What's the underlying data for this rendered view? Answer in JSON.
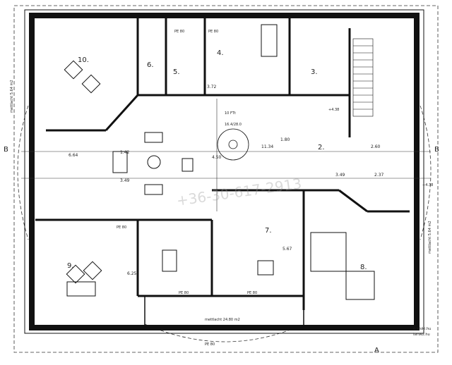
{
  "rooms": {
    "r10": "10.",
    "r6": "6.",
    "r5": "5.",
    "r4": "4.",
    "r3": "3.",
    "r2": "2.",
    "r9": "9.",
    "r7": "7.",
    "r8": "8."
  },
  "areas": {
    "left": "mettlacht 5.64 m2",
    "right": "mettlacht 5.64 m2",
    "balcony": "mettlacht 24.80 m2"
  },
  "dimensions": {
    "d_a": "6.64",
    "d_b": "11.34",
    "d_c": "2.60",
    "d_d": "2.37",
    "d_e": "3.49",
    "d_f": "3.49",
    "d_g": "3.72",
    "d_h": "1.80",
    "d_i": "1.42",
    "d_j": "4.50",
    "d_k": "5.67",
    "d_l": "6.25"
  },
  "stair": {
    "l1": "10 FTt",
    "l2": "16.4/28.0"
  },
  "level": "+4.38",
  "level2": "+4.38",
  "section_marks": {
    "a": "A",
    "b_left": "B",
    "b_right": "B"
  },
  "watermark": "+36-30-617-2913",
  "stamp": {
    "line1": "ú.szoki.hu",
    "line2": "tervez.hu"
  },
  "small_notes": {
    "n1": "PE 80",
    "n2": "PE 80",
    "n3": "PE 80",
    "n4": "PE 80",
    "n5": "PE 80",
    "n6": "PE 80"
  }
}
